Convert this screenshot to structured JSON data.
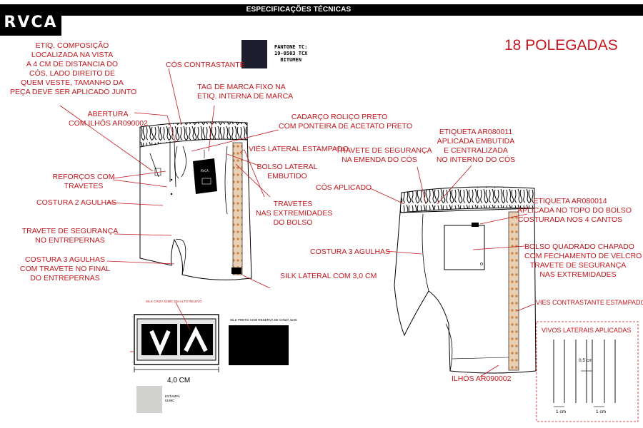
{
  "header": {
    "brand": "RVCA",
    "title": "ESPECIFICAÇÕES TÉCNICAS"
  },
  "size_label": "18 POLEGADAS",
  "pantone": {
    "line1": "PANTONE TC:",
    "line2": "19-0503 TCX",
    "line3": "BITUMEN",
    "swatch_color": "#1d1d2e"
  },
  "front_callouts": {
    "etiq_composicao": [
      "ETIQ. COMPOSIÇÃO",
      "LOCALIZADA NA VISTA",
      "A 4 CM DE DISTANCIA DO",
      "CÓS, LADO DIREITO DE",
      "QUEM VESTE, TAMANHO DA",
      "PEÇA DEVE SER APLICADO JUNTO"
    ],
    "cos_contrastante": "CÓS CONTRASTANTE",
    "tag_marca": [
      "TAG DE MARCA FIXO NA",
      "ETIQ. INTERNA DE MARCA"
    ],
    "abertura": [
      "ABERTURA",
      "COM ILHÓS AR090002"
    ],
    "cadarco": [
      "CADARÇO ROLIÇO PRETO",
      "COM PONTEIRA DE ACETATO PRETO"
    ],
    "vies_lateral": "VIÉS LATERAL ESTAMPADO",
    "bolso_lateral": [
      "BOLSO LATERAL",
      "EMBUTIDO"
    ],
    "reforcos": [
      "REFORÇOS COM",
      "TRAVETES"
    ],
    "travetes_bolso": [
      "TRAVETES",
      "NAS EXTREMIDADES",
      "DO BOLSO"
    ],
    "costura2": "COSTURA 2 AGULHAS",
    "travete_entrepernas": [
      "TRAVETE DE SEGURANÇA",
      "NO ENTREPERNAS"
    ],
    "costura3": [
      "COSTURA 3 AGULHAS",
      "COM TRAVETE NO FINAL",
      "DO ENTREPERNAS"
    ],
    "silk_lateral": "SILK LATERAL COM 3,0 CM"
  },
  "back_callouts": {
    "travete_cos": [
      "TRAVETE DE SEGURANÇA",
      "NA EMENDA DO CÓS"
    ],
    "etiqueta011": [
      "ETIQUETA AR080011",
      "APLICADA EMBUTIDA",
      "E CENTRALIZADA",
      "NO INTERNO DO CÓS"
    ],
    "cos_aplicado": "CÓS APLICADO",
    "etiqueta014": [
      "ETIQUETA AR080014",
      "APLICADA NO TOPO DO BOLSO",
      "COSTURADA NOS 4 CANTOS"
    ],
    "costura3": "COSTURA 3 AGULHAS",
    "bolso_quadrado": [
      "BOLSO QUADRADO CHAPADO",
      "COM FECHAMENTO DE VELCRO",
      "TRAVETE DE SEGURANÇA",
      "NAS EXTREMIDADES"
    ],
    "vies_contrastante": "VIES CONTRASTANTE ESTAMPADO",
    "ilhos": "ILHÓS AR090002"
  },
  "artwork": {
    "silk_note": "SILK CINZA 6198C EM ALTO RELEVO",
    "print_note": "SILK PRETO COM RESERVA DE CINZA 424C",
    "width_label": "4,0 CM",
    "gray_note": [
      "ESTAMPA",
      "6198C"
    ],
    "gray_color": "#d2d2d0"
  },
  "vivos": {
    "title": "VIVOS LATERAIS APLICADAS",
    "mid_dim": "0,5 cm",
    "left_dim": "1 cm",
    "right_dim": "1 cm"
  },
  "colors": {
    "accent": "#c4161c",
    "ink": "#000000"
  }
}
